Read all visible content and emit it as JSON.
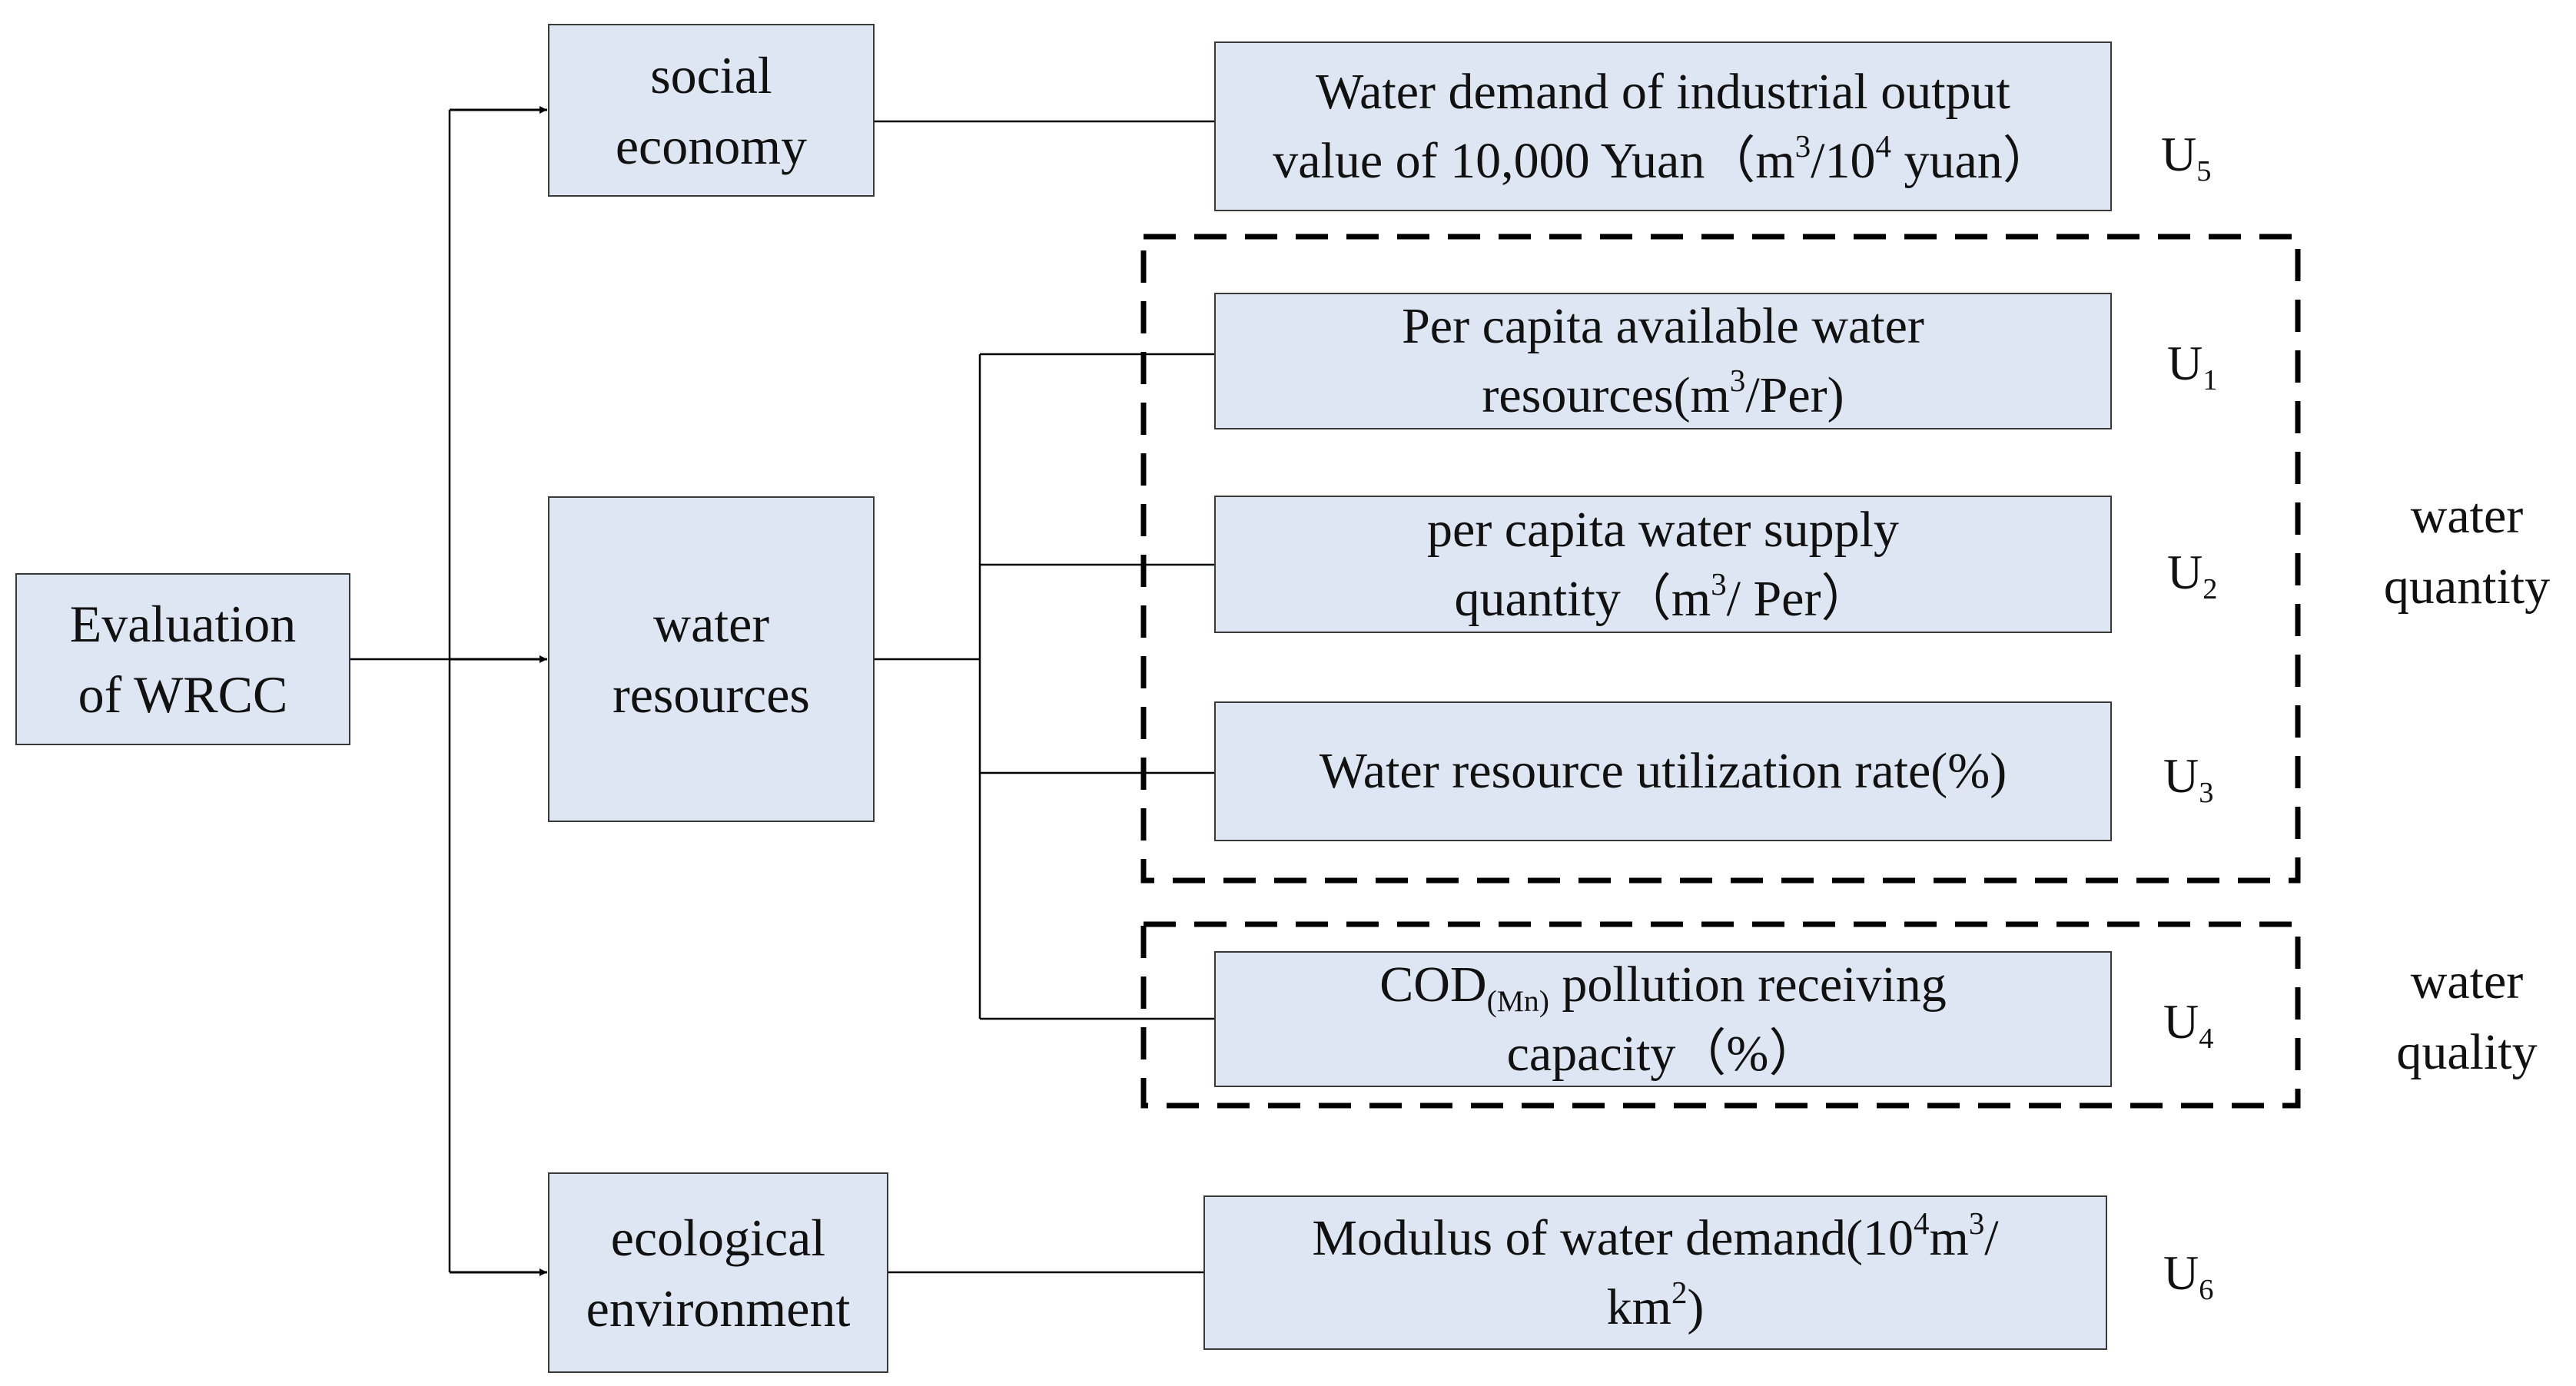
{
  "root": {
    "line1": "Evaluation",
    "line2": "of WRCC"
  },
  "categories": {
    "social": {
      "line1": "social",
      "line2": "economy"
    },
    "water": {
      "line1": "water",
      "line2": "resources"
    },
    "eco": {
      "line1": "ecological",
      "line2": "environment"
    }
  },
  "indicators": {
    "u5": {
      "line1": "Water demand of industrial output",
      "line2_a": "value of 10,000 Yuan（m",
      "sup_a": "3",
      "line2_b": "/10",
      "sup_b": "4",
      "line2_c": " yuan）",
      "code": "U",
      "sub": "5"
    },
    "u1": {
      "line1": "Per capita available water",
      "line2_a": "resources(m",
      "sup_a": "3",
      "line2_b": "/Per)",
      "code": "U",
      "sub": "1"
    },
    "u2": {
      "line1": "per capita water supply",
      "line2_a": "quantity（m",
      "sup_a": "3",
      "line2_b": "/ Per）",
      "code": "U",
      "sub": "2"
    },
    "u3": {
      "line1": "Water resource utilization rate(%)",
      "code": "U",
      "sub": "3"
    },
    "u4": {
      "line1_a": "COD",
      "sub_a": "(Mn)",
      "line1_b": " pollution receiving",
      "line2": "capacity（%）",
      "code": "U",
      "sub": "4"
    },
    "u6": {
      "line1_a": "Modulus of water demand(10",
      "sup_a": "4",
      "line1_b": "m",
      "sup_b": "3",
      "line1_c": "/",
      "line2_a": "km",
      "sup_c": "2",
      "line2_b": ")",
      "code": "U",
      "sub": "6"
    }
  },
  "groups": {
    "quantity": {
      "line1": "water",
      "line2": "quantity"
    },
    "quality": {
      "line1": "water",
      "line2": "quality"
    }
  }
}
